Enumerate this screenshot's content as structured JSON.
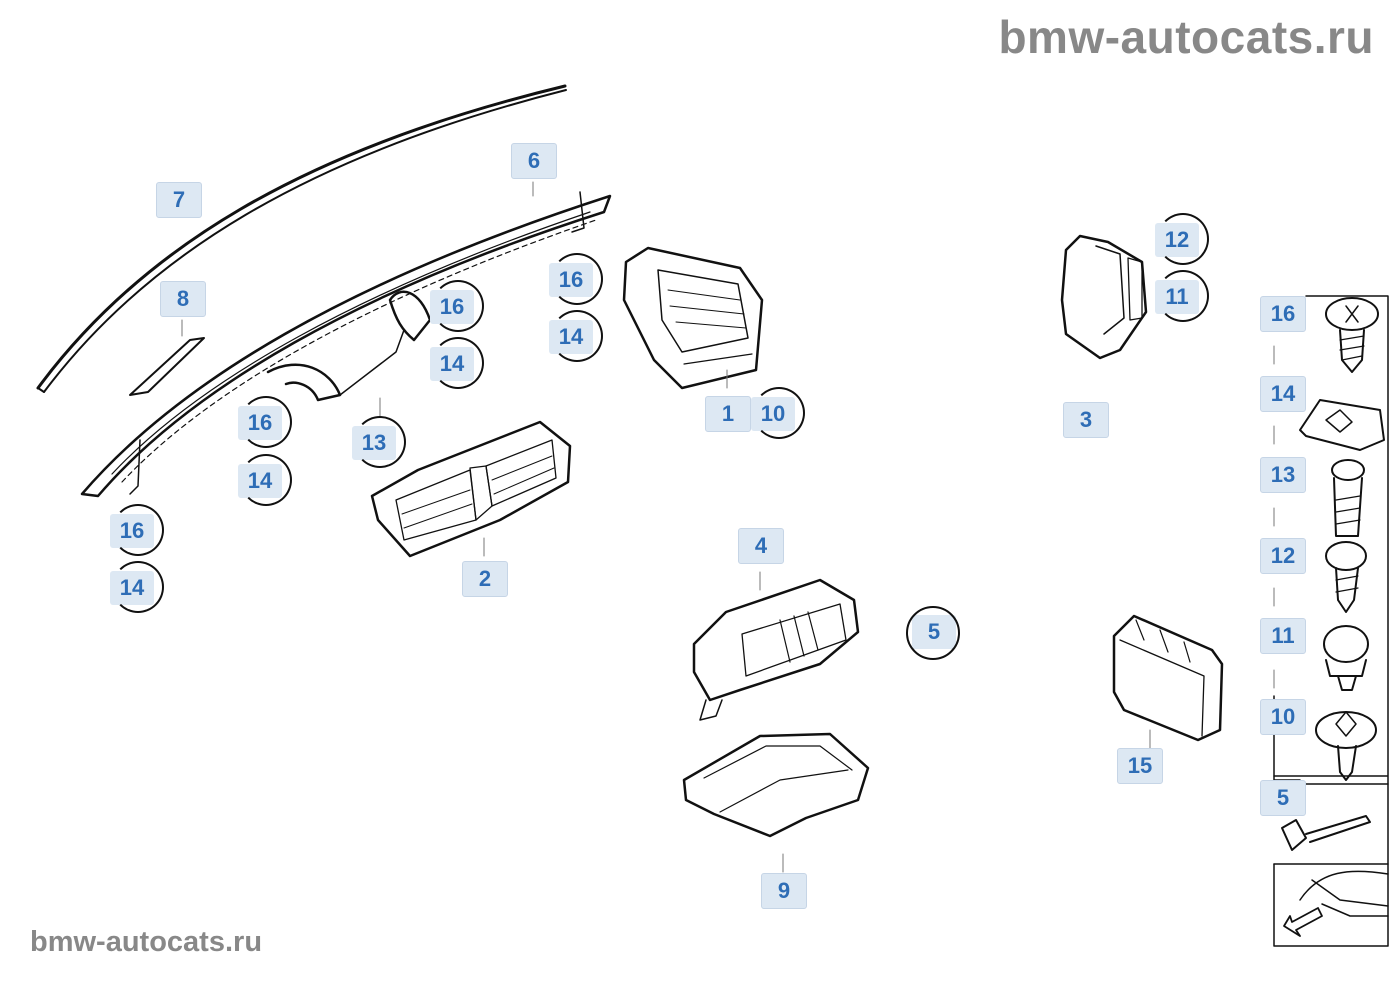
{
  "watermark_top": "bmw-autocats.ru",
  "watermark_bottom": "bmw-autocats.ru",
  "callouts": {
    "c1": "1",
    "c2": "2",
    "c3": "3",
    "c4": "4",
    "c5": "5",
    "c6": "6",
    "c7": "7",
    "c8": "8",
    "c9": "9",
    "c10": "10",
    "c13": "13",
    "c15": "15",
    "c16a": "16",
    "c14a": "14",
    "c16b": "16",
    "c14b": "14",
    "c16c": "16",
    "c14c": "14",
    "c16d": "16",
    "c14d": "14",
    "c12": "12",
    "c11": "11"
  },
  "legend": {
    "items": [
      "16",
      "14",
      "13",
      "12",
      "11",
      "10",
      "5"
    ]
  },
  "icons": {
    "nav_arrow": "arrow-icon",
    "car_thumbnail": "car-front-icon"
  }
}
